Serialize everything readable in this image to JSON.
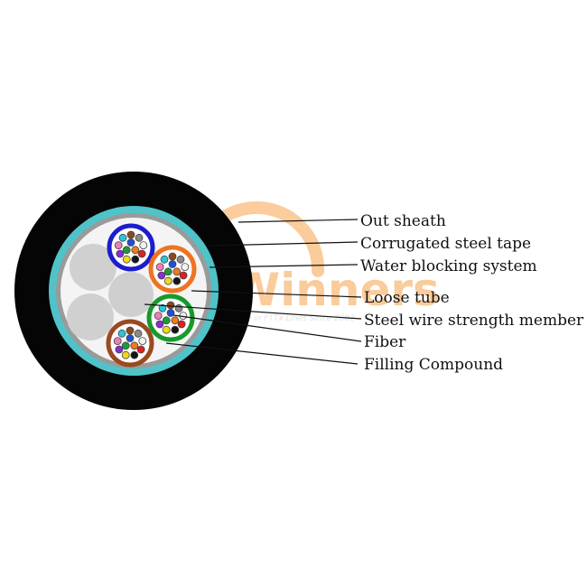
{
  "watermark": {
    "brand": "Winners",
    "tagline": "Expertise in FTTx Lines Since 2002",
    "color": "#f7a24b"
  },
  "colors": {
    "sheath": "#050505",
    "water_blocking": "#4fc3c8",
    "steel_tape": "#9a9a9a",
    "filling": "#f4f4f4",
    "central_member": "#cfcfcf",
    "filler": "#d0d0d0",
    "tube_blue": "#1d1dcc",
    "tube_orange": "#ee7422",
    "tube_green": "#169a2c",
    "tube_brown": "#9a4a20"
  },
  "fiber_colors": [
    "#1f4fd6",
    "#f07a1d",
    "#1e9b36",
    "#8b4a1e",
    "#8a8a8a",
    "#f2f2f2",
    "#e02020",
    "#151515",
    "#f2d81c",
    "#8a2bd6",
    "#f07db8",
    "#29c7d9"
  ],
  "labels": [
    {
      "id": "out-sheath",
      "text": "Out sheath"
    },
    {
      "id": "corrugated-steel-tape",
      "text": "Corrugated steel tape"
    },
    {
      "id": "water-blocking-system",
      "text": "Water blocking system"
    },
    {
      "id": "loose-tube",
      "text": "Loose tube"
    },
    {
      "id": "steel-wire-strength-member",
      "text": "Steel wire strength member"
    },
    {
      "id": "fiber",
      "text": "Fiber"
    },
    {
      "id": "filling-compound",
      "text": "Filling Compound"
    }
  ]
}
